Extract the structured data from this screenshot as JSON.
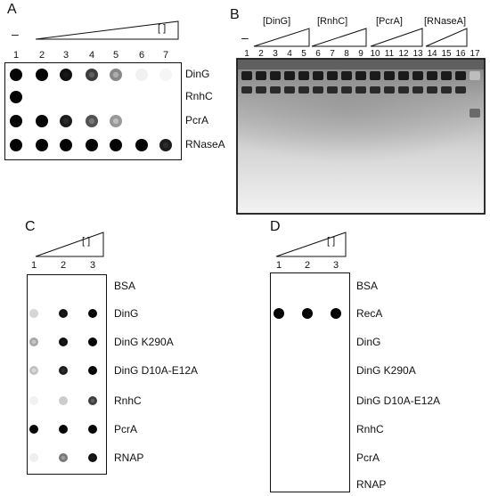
{
  "panels": {
    "A": {
      "letter": "A",
      "minus": "–",
      "bracket": "[ ]",
      "lanes": [
        "1",
        "2",
        "3",
        "4",
        "5",
        "6",
        "7"
      ],
      "rows": [
        "DinG",
        "RnhC",
        "PcrA",
        "RNaseA"
      ],
      "spot_intensity": [
        [
          1.0,
          1.0,
          0.95,
          0.75,
          0.55,
          0.08,
          0.04
        ],
        [
          1.0,
          0.0,
          0.0,
          0.0,
          0.0,
          0.0,
          0.0
        ],
        [
          1.0,
          1.0,
          0.9,
          0.7,
          0.5,
          0.0,
          0.0
        ],
        [
          1.0,
          1.0,
          1.0,
          1.0,
          1.0,
          1.0,
          0.9
        ]
      ]
    },
    "B": {
      "letter": "B",
      "minus": "–",
      "groups": [
        "[DinG]",
        "[RnhC]",
        "[PcrA]",
        "[RNaseA]"
      ],
      "lanes": [
        "1",
        "2",
        "3",
        "4",
        "5",
        "6",
        "7",
        "8",
        "9",
        "10",
        "11",
        "12",
        "13",
        "14",
        "15",
        "16",
        "17"
      ]
    },
    "C": {
      "letter": "C",
      "bracket": "[ ]",
      "lanes": [
        "1",
        "2",
        "3"
      ],
      "rows": [
        "BSA",
        "DinG",
        "DinG K290A",
        "DinG D10A-E12A",
        "RnhC",
        "PcrA",
        "RNAP"
      ],
      "spot_intensity": [
        [
          0.0,
          0.0,
          0.0
        ],
        [
          0.25,
          0.95,
          1.0
        ],
        [
          0.45,
          0.95,
          1.0
        ],
        [
          0.35,
          0.9,
          1.0
        ],
        [
          0.08,
          0.3,
          0.75
        ],
        [
          1.0,
          1.0,
          1.0
        ],
        [
          0.1,
          0.6,
          0.95
        ]
      ]
    },
    "D": {
      "letter": "D",
      "bracket": "[ ]",
      "lanes": [
        "1",
        "2",
        "3"
      ],
      "rows": [
        "BSA",
        "RecA",
        "DinG",
        "DinG K290A",
        "DinG D10A-E12A",
        "RnhC",
        "PcrA",
        "RNAP"
      ],
      "spot_intensity": [
        [
          0.0,
          0.0,
          0.0
        ],
        [
          1.0,
          1.0,
          1.0
        ],
        [
          0.0,
          0.0,
          0.0
        ],
        [
          0.0,
          0.0,
          0.0
        ],
        [
          0.0,
          0.0,
          0.0
        ],
        [
          0.0,
          0.0,
          0.0
        ],
        [
          0.0,
          0.0,
          0.0
        ],
        [
          0.0,
          0.0,
          0.0
        ]
      ]
    }
  }
}
